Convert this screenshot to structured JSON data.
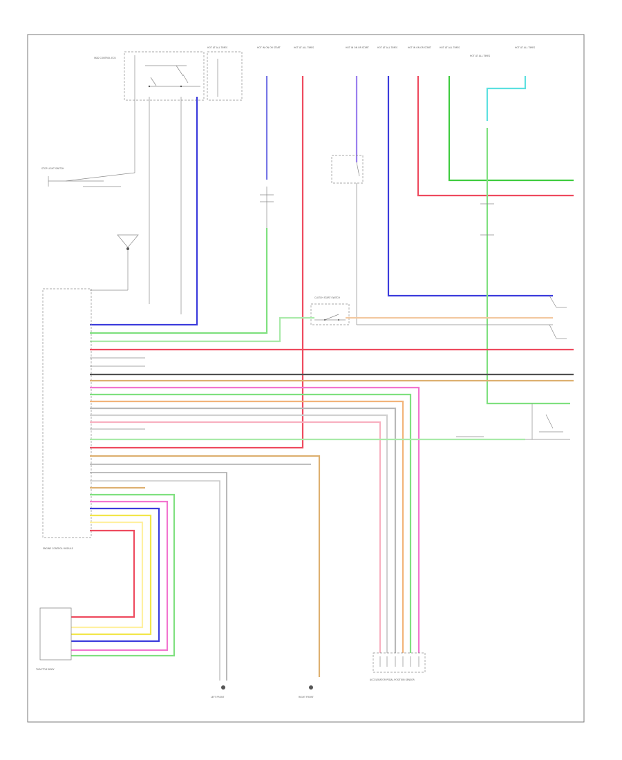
{
  "page": {
    "footer_code": ""
  },
  "components": {
    "ecm": {
      "label": "ENGINE CONTROL MODULE"
    },
    "meter_ecu": {
      "label": "SKID CONTROL ECU"
    },
    "stop_switch": {
      "label": "STOP LIGHT SWITCH"
    },
    "clutch_switch": {
      "label": "CLUTCH START SWITCH"
    },
    "accel_sensor": {
      "label": "ACCELERATOR PEDAL POSITION SENSOR"
    },
    "throttle_body": {
      "label": "THROTTLE BODY"
    },
    "left_front_sensor": {
      "label": "LEFT FRONT"
    },
    "right_front_sensor": {
      "label": "RIGHT FRONT"
    },
    "hot_fuses": [
      "HOT AT ALL TIMES",
      "HOT IN ON OR START",
      "HOT AT ALL TIMES",
      "HOT IN ON OR START",
      "HOT AT ALL TIMES",
      "HOT IN ON OR START",
      "HOT AT ALL TIMES",
      "HOT AT ALL TIMES",
      "HOT AT ALL TIMES"
    ]
  },
  "wire_colors": {
    "blue": "#3b3bdc",
    "red": "#ee4a5e",
    "pink": "#f274cf",
    "light_green": "#7fe07f",
    "green": "#3fcc3f",
    "orange": "#f2b47a",
    "tan": "#ddb070",
    "cyan": "#5ce0e0",
    "yellow": "#f2e64a",
    "lightyellow": "#fff8c8",
    "gray": "#a8a8a8",
    "dark": "#505050",
    "violet": "#9a7fee"
  }
}
